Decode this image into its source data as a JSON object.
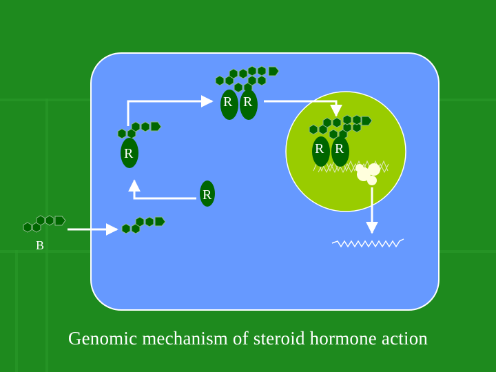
{
  "diagram": {
    "caption": "Genomic mechanism of steroid hormone action",
    "labels": {
      "hormone_outside": "B",
      "free_receptor_cytoplasm": "R",
      "bound_receptor_cytoplasm": "R",
      "receptor_dimer_cytoplasm_left": "R",
      "receptor_dimer_cytoplasm_right": "R",
      "receptor_dimer_nucleus_left": "R",
      "receptor_dimer_nucleus_right": "R"
    },
    "colors": {
      "background": "#1e8a1e",
      "cell": "#6699ff",
      "nucleus": "#99cc00",
      "receptor": "#006600",
      "hormone": "#006600",
      "arrow": "#ffffff"
    }
  }
}
